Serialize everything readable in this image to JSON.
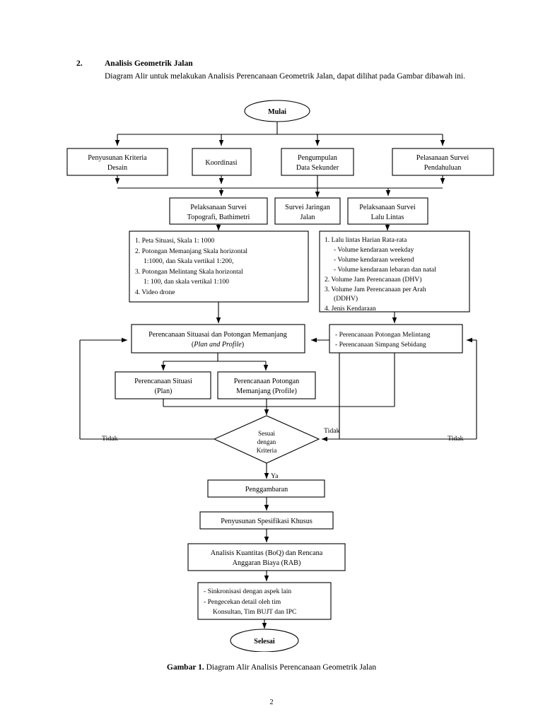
{
  "heading": {
    "number": "2.",
    "title": "Analisis Geometrik Jalan",
    "paragraph": "Diagram Alir untuk melakukan Analisis Perencanaan Geometrik Jalan, dapat dilihat pada Gambar dibawah ini."
  },
  "flow": {
    "start": "Mulai",
    "end": "Selesai",
    "row1": {
      "b1_l1": "Penyusunan Kriteria",
      "b1_l2": "Desain",
      "b2_l1": "Koordinasi",
      "b3_l1": "Pengumpulan",
      "b3_l2": "Data Sekunder",
      "b4_l1": "Pelasanaan Survei",
      "b4_l2": "Pendahuluan"
    },
    "row2": {
      "b1_l1": "Pelaksanaan Survei",
      "b1_l2": "Topografi, Bathimetri",
      "b2_l1": "Survei Jaringan",
      "b2_l2": "Jalan",
      "b3_l1": "Pelaksanaan Survei",
      "b3_l2": "Lalu Lintas"
    },
    "left_list": {
      "i1": "1. Peta Situasi, Skala 1: 1000",
      "i2": "2. Potongan Memanjang Skala horizontal",
      "i2b": "1:1000, dan Skala vertikal 1:200,",
      "i3": "3. Potongan Melintang Skala horizontal",
      "i3b": "1: 100, dan skala vertikal 1:100",
      "i4": "4. Video drone"
    },
    "right_list": {
      "i1": "1. Lalu lintas Harian Rata-rata",
      "i1a": "-  Volume kendaraan weekday",
      "i1b": "-  Volume kendaraan weekend",
      "i1c": "-  Volume kendaraan lebaran dan natal",
      "i2": "2. Volume Jam Perencanaan (DHV)",
      "i3": "3. Volume Jam Perencanaan per Arah",
      "i3b": "(DDHV)",
      "i4": "4. Jenis Kendaraan"
    },
    "plan_profile": {
      "l1": "Perencanaan Situasai dan Potongan Memanjang",
      "l2a": "(",
      "l2b": "Plan and Profile",
      "l2c": ")"
    },
    "melintang": {
      "l1": "-  Perencanaan Potongan Melintang",
      "l2": "-  Perencanaan Simpang Sebidang"
    },
    "sub1": {
      "l1": "Perencanaan Situasi",
      "l2": "(Plan)"
    },
    "sub2": {
      "l1": "Perencanaan Potongan",
      "l2": "Memanjang (Profile)"
    },
    "decision": {
      "l1": "Sesuai",
      "l2": "dengan",
      "l3": "Kriteria"
    },
    "labels": {
      "tidak_left": "Tidak",
      "tidak_mid": "Tidak",
      "tidak_right": "Tidak",
      "ya": "Ya"
    },
    "tail": {
      "draw": "Penggambaran",
      "spec": "Penyusunan Spesifikasi Khusus",
      "boq_l1": "Analisis Kuantitas (BoQ) dan Rencana",
      "boq_l2": "Anggaran Biaya (RAB)",
      "sync_l1": "-  Sinkronisasi dengan aspek lain",
      "sync_l2": "-  Pengecekan     detail     oleh     tim",
      "sync_l3": "Konsultan, Tim BUJT dan IPC"
    }
  },
  "caption": {
    "bold": "Gambar 1.",
    "rest": " Diagram Alir Analisis Perencanaan Geometrik Jalan"
  },
  "folio": "2"
}
